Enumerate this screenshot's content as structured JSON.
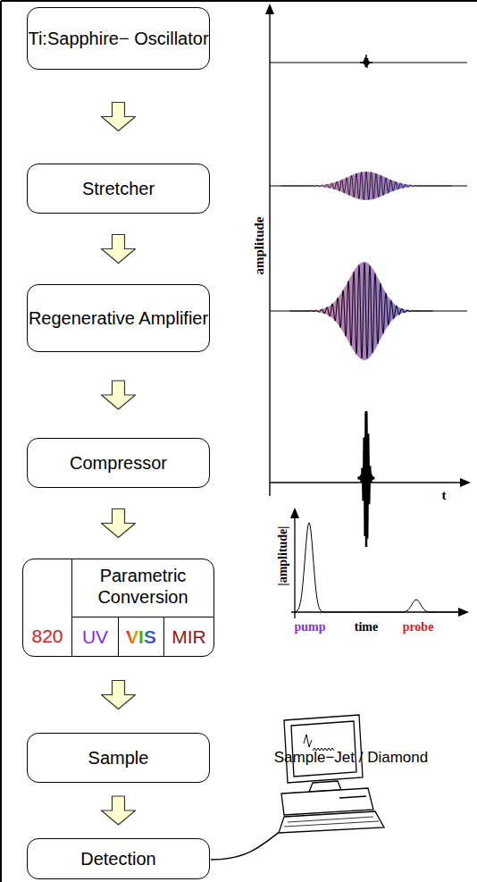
{
  "diagram": {
    "nodes": [
      {
        "text": [
          "Ti:Sapphire− Oscillator"
        ]
      },
      {
        "text": [
          "Stretcher"
        ]
      },
      {
        "text": [
          "Regenerative Amplifier"
        ]
      },
      {
        "text": [
          "Compressor"
        ]
      },
      {
        "text": [
          "Parametric Conversion"
        ]
      },
      {
        "text": [
          "820"
        ],
        "in": 4
      },
      {
        "text": [
          "UV"
        ],
        "in": 4
      },
      {
        "text": [
          "VIS"
        ],
        "in": 4
      },
      {
        "text": [
          "MIR"
        ],
        "in": 4
      },
      {
        "text": [
          "Sample"
        ]
      },
      {
        "text": [
          "Detection"
        ]
      }
    ],
    "edges": [
      {
        "from": 0,
        "to": 1,
        "arrow": "to"
      },
      {
        "from": 1,
        "to": 2,
        "arrow": "to"
      },
      {
        "from": 2,
        "to": 3,
        "arrow": "to"
      },
      {
        "from": 3,
        "to": 4,
        "arrow": "to"
      },
      {
        "from": 4,
        "to": 9,
        "arrow": "to"
      },
      {
        "from": 9,
        "to": 10,
        "arrow": "to"
      }
    ],
    "labels": [
      "amplitude",
      "t",
      "|amplitude|",
      "pump",
      "time",
      "probe",
      "Sample−Jet / Diamond"
    ]
  }
}
